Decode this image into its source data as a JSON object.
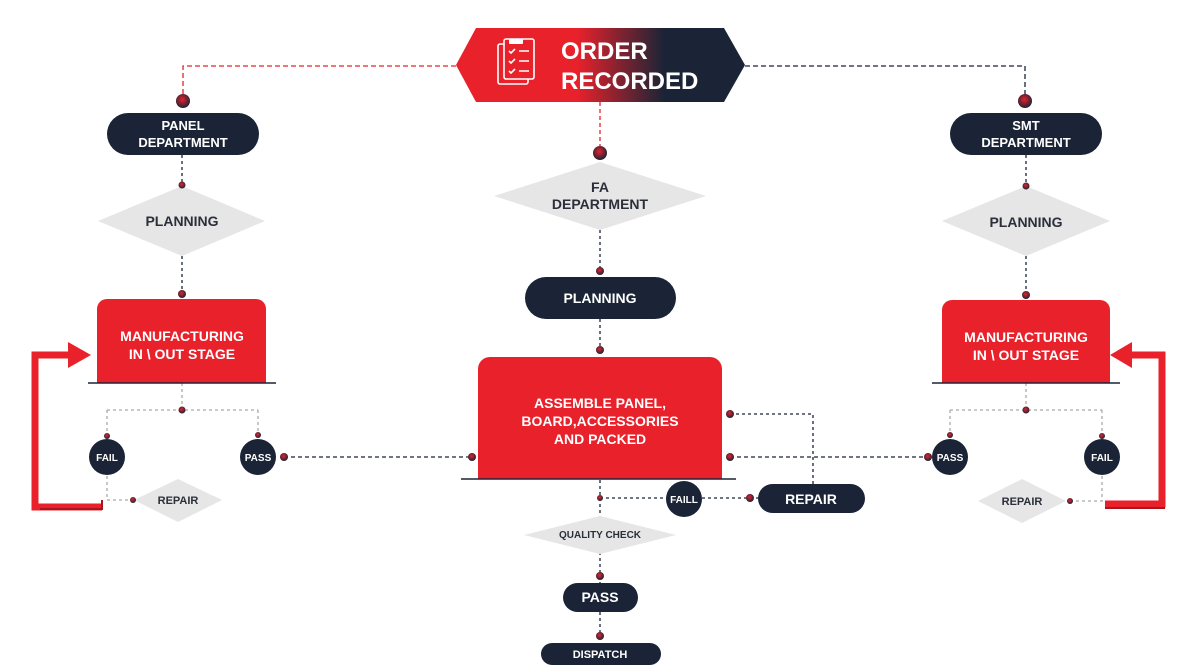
{
  "header": {
    "title_line1": "ORDER",
    "title_line2": "RECORDED",
    "icon": "clipboard-checklist-icon"
  },
  "panel": {
    "dept_line1": "PANEL",
    "dept_line2": "DEPARTMENT",
    "planning": "PLANNING",
    "mfg_line1": "MANUFACTURING",
    "mfg_line2": "IN \\ OUT STAGE",
    "fail": "FAIL",
    "pass": "PASS",
    "repair": "REPAIR"
  },
  "fa": {
    "dept_line1": "FA",
    "dept_line2": "DEPARTMENT",
    "planning": "PLANNING",
    "assemble_line1": "ASSEMBLE PANEL,",
    "assemble_line2": "BOARD,ACCESSORIES",
    "assemble_line3": "AND PACKED",
    "faill": "FAILL",
    "repair": "REPAIR",
    "quality_check": "QUALITY CHECK",
    "pass": "PASS",
    "dispatch": "DISPATCH"
  },
  "smt": {
    "dept_line1": "SMT",
    "dept_line2": "DEPARTMENT",
    "planning": "PLANNING",
    "mfg_line1": "MANUFACTURING",
    "mfg_line2": "IN \\ OUT STAGE",
    "pass": "PASS",
    "fail": "FAIL",
    "repair": "REPAIR"
  },
  "colors": {
    "red": "#e8212b",
    "navy": "#1a2436",
    "grey": "#e6e6e6",
    "text_dark": "#2a2f3a"
  }
}
